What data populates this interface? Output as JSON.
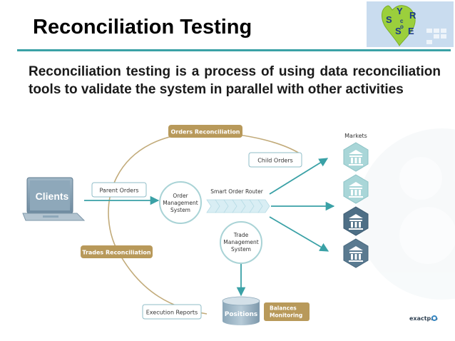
{
  "slide": {
    "title": "Reconciliation Testing",
    "body": "Reconciliation testing is a process of using data reconciliation tools to validate the system in parallel with other activities"
  },
  "logo": {
    "letters": [
      "S",
      "Y",
      "R",
      "c",
      "o",
      "S",
      "E"
    ]
  },
  "diagram": {
    "orders_reconciliation": "Orders Reconciliation",
    "trades_reconciliation": "Trades Reconciliation",
    "child_orders": "Child Orders",
    "parent_orders": "Parent Orders",
    "execution_reports": "Execution Reports",
    "clients": "Clients",
    "markets": "Markets",
    "smart_order_router": "Smart Order Router",
    "oms_line1": "Order",
    "oms_line2": "Management",
    "oms_line3": "System",
    "tms_line1": "Trade",
    "tms_line2": "Management",
    "tms_line3": "System",
    "positions": "Positions",
    "balances_line1": "Balances",
    "balances_line2": "Monitoring",
    "brand": "exactpro"
  },
  "colors": {
    "accent_teal": "#3aa1a6",
    "gold_badge": "#b8995a",
    "market_light": "#a9d6d8",
    "market_dark": "#4e6f86"
  }
}
